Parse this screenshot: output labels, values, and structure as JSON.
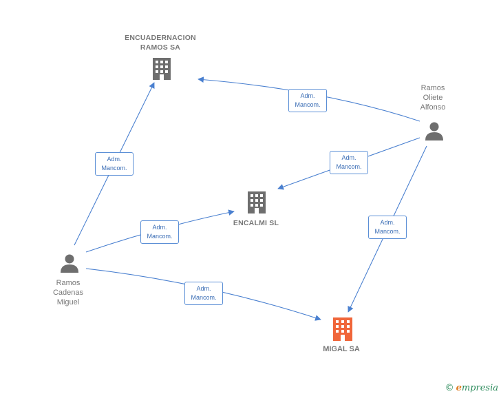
{
  "nodes": {
    "encuadernacion": {
      "label_line1": "ENCUADERNACION",
      "label_line2": "RAMOS SA",
      "type": "company"
    },
    "encalmi": {
      "label": "ENCALMI SL",
      "type": "company"
    },
    "migal": {
      "label": "MIGAL SA",
      "type": "company-highlight"
    },
    "ramos_oliete": {
      "label_line1": "Ramos",
      "label_line2": "Oliete",
      "label_line3": "Alfonso",
      "type": "person"
    },
    "ramos_cadenas": {
      "label_line1": "Ramos",
      "label_line2": "Cadenas",
      "label_line3": "Miguel",
      "type": "person"
    }
  },
  "relations": [
    {
      "from": "ramos_oliete",
      "to": "encuadernacion",
      "line1": "Adm.",
      "line2": "Mancom."
    },
    {
      "from": "ramos_oliete",
      "to": "encalmi",
      "line1": "Adm.",
      "line2": "Mancom."
    },
    {
      "from": "ramos_oliete",
      "to": "migal",
      "line1": "Adm.",
      "line2": "Mancom."
    },
    {
      "from": "ramos_cadenas",
      "to": "encuadernacion",
      "line1": "Adm.",
      "line2": "Mancom."
    },
    {
      "from": "ramos_cadenas",
      "to": "encalmi",
      "line1": "Adm.",
      "line2": "Mancom."
    },
    {
      "from": "ramos_cadenas",
      "to": "migal",
      "line1": "Adm.",
      "line2": "Mancom."
    }
  ],
  "colors": {
    "edge": "#4a80d0",
    "company_icon": "#6e6e6e",
    "highlight_icon": "#f0663a",
    "person_icon": "#6e6e6e"
  },
  "footer": {
    "copyright": "©",
    "brand_initial": "e",
    "brand_rest": "mpresia"
  }
}
